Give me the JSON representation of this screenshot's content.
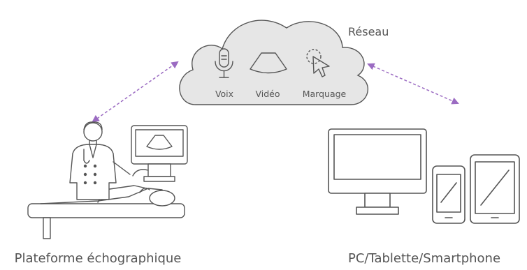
{
  "cloud": {
    "title": "Réseau",
    "features": [
      {
        "label": "Voix",
        "icon": "microphone-icon"
      },
      {
        "label": "Vidéo",
        "icon": "ultrasound-image-icon"
      },
      {
        "label": "Marquage",
        "icon": "pointer-icon"
      }
    ]
  },
  "left_device": {
    "label": "Plateforme échographique",
    "icon": "ultrasound-platform-illustration"
  },
  "right_device": {
    "label": "PC/Tablette/Smartphone",
    "icon": "devices-illustration"
  },
  "colors": {
    "cloud_fill": "#e6e6e6",
    "line": "#555555",
    "arrow": "#9b6bc2",
    "text": "#555555"
  }
}
